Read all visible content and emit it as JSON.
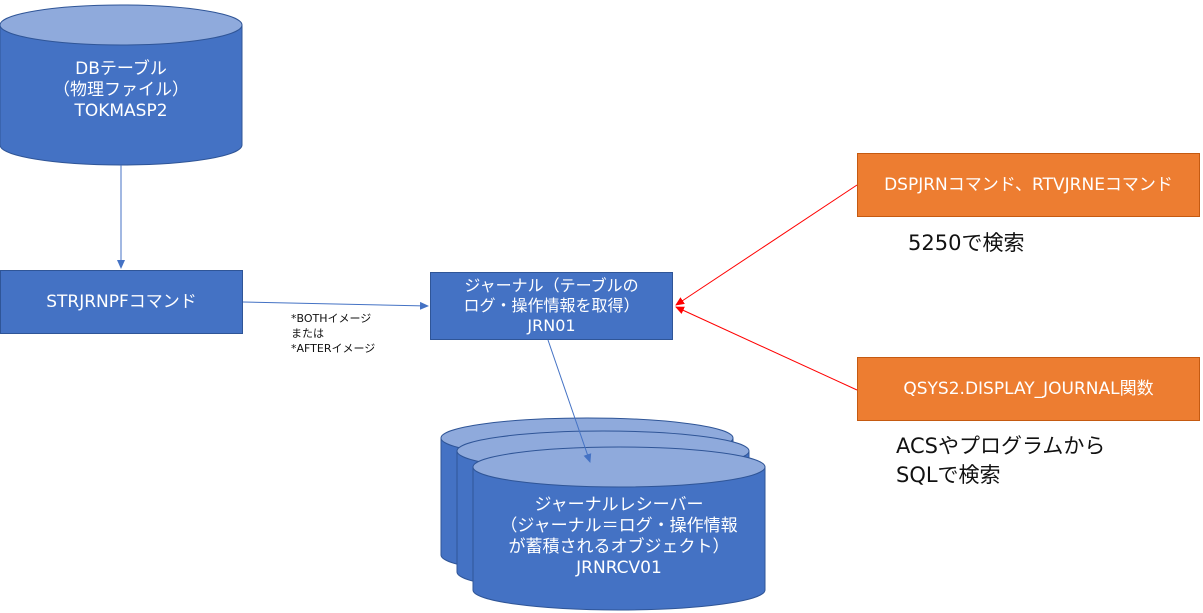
{
  "db_table": {
    "line1": "DBテーブル",
    "line2": "（物理ファイル）",
    "line3": "TOKMASP2"
  },
  "strjrnpf": {
    "label": "STRJRNPFコマンド"
  },
  "image_note": {
    "line1": "*BOTHイメージ",
    "line2": "または",
    "line3": "*AFTERイメージ"
  },
  "journal": {
    "line1": "ジャーナル（テーブルの",
    "line2": "ログ・操作情報を取得）",
    "line3": "JRN01"
  },
  "receiver": {
    "line1": "ジャーナルレシーバー",
    "line2": "（ジャーナル＝ログ・操作情報",
    "line3": "が蓄積されるオブジェクト）",
    "line4": "JRNRCV01"
  },
  "dspjrn": {
    "label": "DSPJRNコマンド、RTVJRNEコマンド"
  },
  "dspjrn_note": {
    "line1": "5250で検索"
  },
  "qsys2": {
    "label": "QSYS2.DISPLAY_JOURNAL関数"
  },
  "qsys2_note": {
    "line1": "ACSやプログラムから",
    "line2": "SQLで検索"
  },
  "colors": {
    "blue_fill": "#4472c4",
    "blue_border": "#2f5597",
    "orange_fill": "#ed7d31",
    "arrow_blue": "#4472c4",
    "arrow_red": "#ff0000"
  }
}
